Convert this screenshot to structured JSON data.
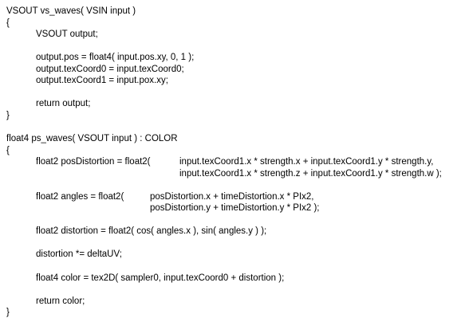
{
  "lines": [
    [
      {
        "t": "VSOUT vs_waves( VSIN input )"
      }
    ],
    [
      {
        "t": "{"
      }
    ],
    [
      {
        "t": "VSOUT output;"
      }
    ],
    [],
    [
      {
        "t": "output.pos = float4( input.pos.xy, 0, 1 );"
      }
    ],
    [
      {
        "t": "output.texCoord0 = input.texCoord0;"
      }
    ],
    [
      {
        "t": "output.texCoord1 = input.pox.xy;"
      }
    ],
    [],
    [
      {
        "t": "return output;"
      }
    ],
    [
      {
        "t": "}"
      }
    ],
    [],
    [
      {
        "t": "float4 ps_waves( VSOUT input ) : COLOR"
      }
    ],
    [
      {
        "t": "{"
      }
    ],
    [
      {
        "t": "float2 posDistortion = float2("
      },
      {
        "t": "input.texCoord1.x * strength.x + input.texCoord1.y * strength.y,"
      }
    ],
    [
      {
        "t": "input.texCoord1.x * strength.z + input.texCoord1.y * strength.w );"
      }
    ],
    [],
    [
      {
        "t": "float2 angles = float2("
      },
      {
        "t": "posDistortion.x + timeDistortion.x * PIx2,"
      }
    ],
    [
      {
        "t": "posDistortion.y + timeDistortion.y * PIx2 );"
      }
    ],
    [],
    [
      {
        "t": "float2 distortion = float2( cos( angles.x ), sin( angles.y ) );"
      }
    ],
    [],
    [
      {
        "t": "distortion *= deltaUV;"
      }
    ],
    [],
    [
      {
        "t": "float4 color = tex2D( sampler0, input.texCoord0 + distortion );"
      }
    ],
    [],
    [
      {
        "t": "return color;"
      }
    ],
    [
      {
        "t": "}"
      }
    ]
  ]
}
